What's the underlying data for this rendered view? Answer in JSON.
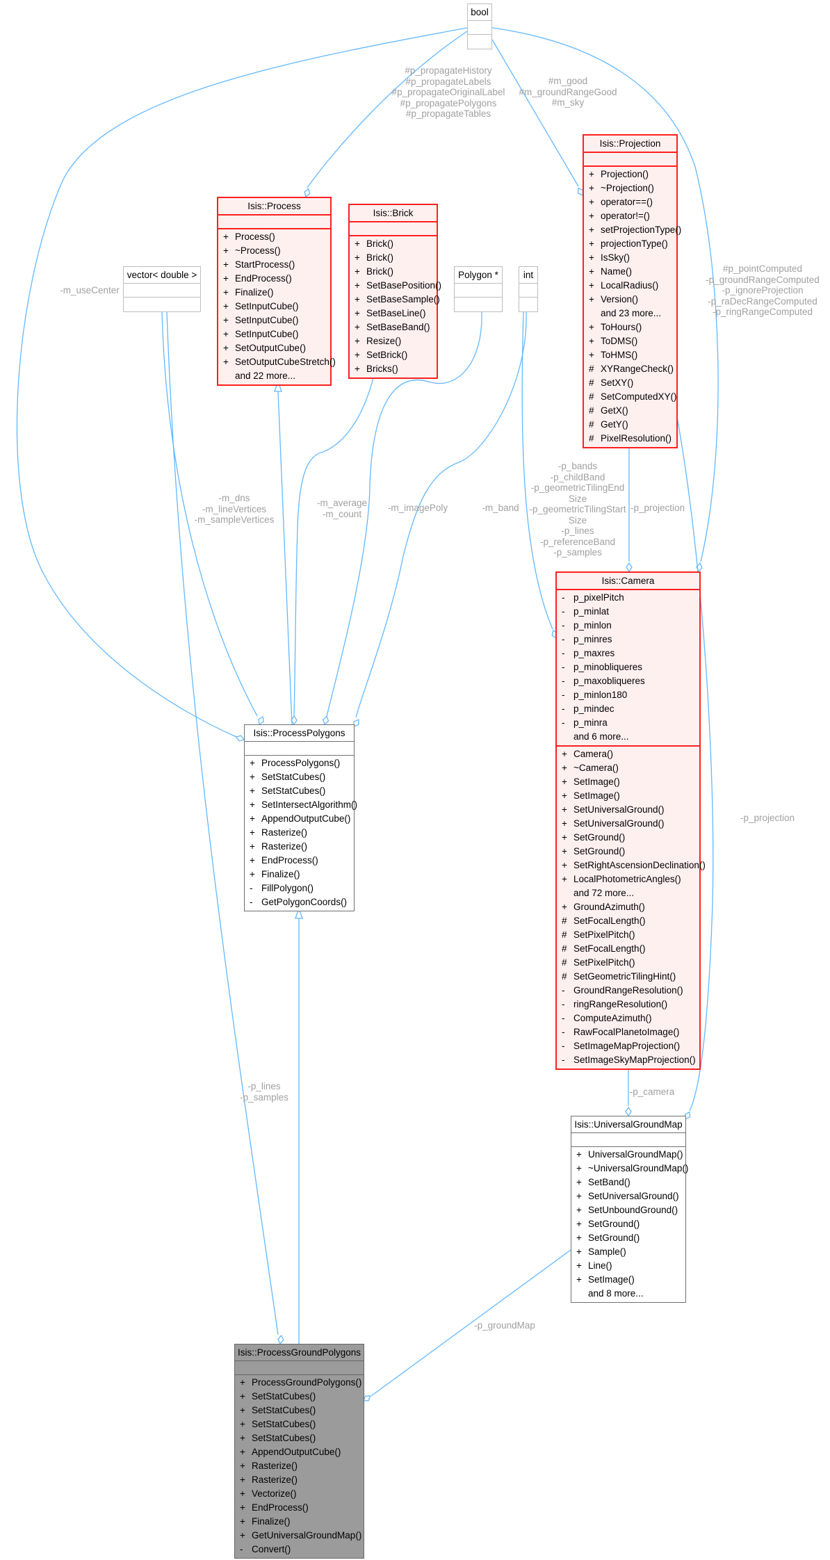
{
  "colors": {
    "edge": "#63b8ff",
    "label": "#a0a0a0",
    "highlight_border": "#ff2020",
    "highlight_fill": "#fff0f0",
    "focus_fill": "#9b9b9b"
  },
  "classes": [
    {
      "id": "bool",
      "title": "bool",
      "style": "gray",
      "attributes": [],
      "methods": []
    },
    {
      "id": "process",
      "title": "Isis::Process",
      "style": "red",
      "attributes": [],
      "methods": [
        [
          "+",
          "Process()"
        ],
        [
          "+",
          "~Process()"
        ],
        [
          "+",
          "StartProcess()"
        ],
        [
          "+",
          "EndProcess()"
        ],
        [
          "+",
          "Finalize()"
        ],
        [
          "+",
          "SetInputCube()"
        ],
        [
          "+",
          "SetInputCube()"
        ],
        [
          "+",
          "SetInputCube()"
        ],
        [
          "+",
          "SetOutputCube()"
        ],
        [
          "+",
          "SetOutputCubeStretch()"
        ],
        [
          "",
          "and 22 more..."
        ]
      ]
    },
    {
      "id": "brick",
      "title": "Isis::Brick",
      "style": "red",
      "attributes": [],
      "methods": [
        [
          "+",
          "Brick()"
        ],
        [
          "+",
          "Brick()"
        ],
        [
          "+",
          "Brick()"
        ],
        [
          "+",
          "SetBasePosition()"
        ],
        [
          "+",
          "SetBaseSample()"
        ],
        [
          "+",
          "SetBaseLine()"
        ],
        [
          "+",
          "SetBaseBand()"
        ],
        [
          "+",
          "Resize()"
        ],
        [
          "+",
          "SetBrick()"
        ],
        [
          "+",
          "Bricks()"
        ]
      ]
    },
    {
      "id": "vector",
      "title": "vector< double >",
      "style": "gray",
      "attributes": [],
      "methods": []
    },
    {
      "id": "polygon",
      "title": "Polygon *",
      "style": "gray",
      "attributes": [],
      "methods": []
    },
    {
      "id": "int",
      "title": "int",
      "style": "gray",
      "attributes": [],
      "methods": []
    },
    {
      "id": "projection",
      "title": "Isis::Projection",
      "style": "red",
      "attributes": [],
      "methods": [
        [
          "+",
          "Projection()"
        ],
        [
          "+",
          "~Projection()"
        ],
        [
          "+",
          "operator==()"
        ],
        [
          "+",
          "operator!=()"
        ],
        [
          "+",
          "setProjectionType()"
        ],
        [
          "+",
          "projectionType()"
        ],
        [
          "+",
          "IsSky()"
        ],
        [
          "+",
          "Name()"
        ],
        [
          "+",
          "LocalRadius()"
        ],
        [
          "+",
          "Version()"
        ],
        [
          "",
          "and 23 more..."
        ],
        [
          "+",
          "ToHours()"
        ],
        [
          "+",
          "ToDMS()"
        ],
        [
          "+",
          "ToHMS()"
        ],
        [
          "#",
          "XYRangeCheck()"
        ],
        [
          "#",
          "SetXY()"
        ],
        [
          "#",
          "SetComputedXY()"
        ],
        [
          "#",
          "GetX()"
        ],
        [
          "#",
          "GetY()"
        ],
        [
          "#",
          "PixelResolution()"
        ]
      ]
    },
    {
      "id": "camera",
      "title": "Isis::Camera",
      "style": "red",
      "attributes": [
        [
          "-",
          "p_pixelPitch"
        ],
        [
          "-",
          "p_minlat"
        ],
        [
          "-",
          "p_minlon"
        ],
        [
          "-",
          "p_minres"
        ],
        [
          "-",
          "p_maxres"
        ],
        [
          "-",
          "p_minobliqueres"
        ],
        [
          "-",
          "p_maxobliqueres"
        ],
        [
          "-",
          "p_minlon180"
        ],
        [
          "-",
          "p_mindec"
        ],
        [
          "-",
          "p_minra"
        ],
        [
          "",
          "and 6 more..."
        ]
      ],
      "methods": [
        [
          "+",
          "Camera()"
        ],
        [
          "+",
          "~Camera()"
        ],
        [
          "+",
          "SetImage()"
        ],
        [
          "+",
          "SetImage()"
        ],
        [
          "+",
          "SetUniversalGround()"
        ],
        [
          "+",
          "SetUniversalGround()"
        ],
        [
          "+",
          "SetGround()"
        ],
        [
          "+",
          "SetGround()"
        ],
        [
          "+",
          "SetRightAscensionDeclination()"
        ],
        [
          "+",
          "LocalPhotometricAngles()"
        ],
        [
          "",
          "and 72 more..."
        ],
        [
          "+",
          "GroundAzimuth()"
        ],
        [
          "#",
          "SetFocalLength()"
        ],
        [
          "#",
          "SetPixelPitch()"
        ],
        [
          "#",
          "SetFocalLength()"
        ],
        [
          "#",
          "SetPixelPitch()"
        ],
        [
          "#",
          "SetGeometricTilingHint()"
        ],
        [
          "-",
          "GroundRangeResolution()"
        ],
        [
          "-",
          "ringRangeResolution()"
        ],
        [
          "-",
          "ComputeAzimuth()"
        ],
        [
          "-",
          "RawFocalPlanetoImage()"
        ],
        [
          "-",
          "SetImageMapProjection()"
        ],
        [
          "-",
          "SetImageSkyMapProjection()"
        ]
      ]
    },
    {
      "id": "processpolygons",
      "title": "Isis::ProcessPolygons",
      "style": "plain",
      "attributes": [],
      "methods": [
        [
          "+",
          "ProcessPolygons()"
        ],
        [
          "+",
          "SetStatCubes()"
        ],
        [
          "+",
          "SetStatCubes()"
        ],
        [
          "+",
          "SetIntersectAlgorithm()"
        ],
        [
          "+",
          "AppendOutputCube()"
        ],
        [
          "+",
          "Rasterize()"
        ],
        [
          "+",
          "Rasterize()"
        ],
        [
          "+",
          "EndProcess()"
        ],
        [
          "+",
          "Finalize()"
        ],
        [
          "-",
          "FillPolygon()"
        ],
        [
          "-",
          "GetPolygonCoords()"
        ]
      ]
    },
    {
      "id": "ugm",
      "title": "Isis::UniversalGroundMap",
      "style": "plain",
      "attributes": [],
      "methods": [
        [
          "+",
          "UniversalGroundMap()"
        ],
        [
          "+",
          "~UniversalGroundMap()"
        ],
        [
          "+",
          "SetBand()"
        ],
        [
          "+",
          "SetUniversalGround()"
        ],
        [
          "+",
          "SetUnboundGround()"
        ],
        [
          "+",
          "SetGround()"
        ],
        [
          "+",
          "SetGround()"
        ],
        [
          "+",
          "Sample()"
        ],
        [
          "+",
          "Line()"
        ],
        [
          "+",
          "SetImage()"
        ],
        [
          "",
          "and 8 more..."
        ]
      ]
    },
    {
      "id": "pgp",
      "title": "Isis::ProcessGroundPolygons",
      "style": "focus",
      "attributes": [],
      "methods": [
        [
          "+",
          "ProcessGroundPolygons()"
        ],
        [
          "+",
          "SetStatCubes()"
        ],
        [
          "+",
          "SetStatCubes()"
        ],
        [
          "+",
          "SetStatCubes()"
        ],
        [
          "+",
          "SetStatCubes()"
        ],
        [
          "+",
          "AppendOutputCube()"
        ],
        [
          "+",
          "Rasterize()"
        ],
        [
          "+",
          "Rasterize()"
        ],
        [
          "+",
          "Vectorize()"
        ],
        [
          "+",
          "EndProcess()"
        ],
        [
          "+",
          "Finalize()"
        ],
        [
          "+",
          "GetUniversalGroundMap()"
        ],
        [
          "-",
          "Convert()"
        ]
      ]
    }
  ],
  "edge_labels": [
    {
      "id": "use-center",
      "lines": [
        "-m_useCenter"
      ]
    },
    {
      "id": "propagate",
      "lines": [
        "#p_propagateHistory",
        "#p_propagateLabels",
        "#p_propagateOriginalLabel",
        "#p_propagatePolygons",
        "#p_propagateTables"
      ]
    },
    {
      "id": "good",
      "lines": [
        "#m_good",
        "#m_groundRangeGood",
        "#m_sky"
      ]
    },
    {
      "id": "point-computed",
      "lines": [
        "#p_pointComputed",
        "-p_groundRangeComputed",
        "-p_ignoreProjection",
        "-p_raDecRangeComputed",
        "-p_ringRangeComputed"
      ]
    },
    {
      "id": "dns",
      "lines": [
        "-m_dns",
        "-m_lineVertices",
        "-m_sampleVertices"
      ]
    },
    {
      "id": "average",
      "lines": [
        "-m_average",
        "-m_count"
      ]
    },
    {
      "id": "image-poly",
      "lines": [
        "-m_imagePoly"
      ]
    },
    {
      "id": "band",
      "lines": [
        "-m_band"
      ]
    },
    {
      "id": "bands",
      "lines": [
        "-p_bands",
        "-p_childBand",
        "-p_geometricTilingEnd",
        "Size",
        "-p_geometricTilingStart",
        "Size",
        "-p_lines",
        "-p_referenceBand",
        "-p_samples"
      ]
    },
    {
      "id": "projection-camera",
      "lines": [
        "-p_projection"
      ]
    },
    {
      "id": "projection-ugm",
      "lines": [
        "-p_projection"
      ]
    },
    {
      "id": "camera",
      "lines": [
        "-p_camera"
      ]
    },
    {
      "id": "lines-samples",
      "lines": [
        "-p_lines",
        "-p_samples"
      ]
    },
    {
      "id": "ground-map",
      "lines": [
        "-p_groundMap"
      ]
    }
  ]
}
